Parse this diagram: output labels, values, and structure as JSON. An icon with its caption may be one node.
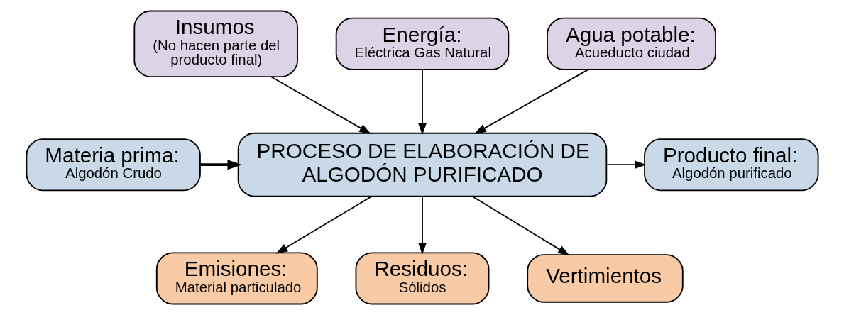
{
  "diagram": {
    "nodes": [
      {
        "text": [
          "Insumos",
          "(No hacen parte del producto final)"
        ]
      },
      {
        "text": [
          "Energía:",
          "Eléctrica Gas Natural"
        ]
      },
      {
        "text": [
          "Agua potable:",
          "Acueducto ciudad"
        ]
      },
      {
        "text": [
          "Materia prima:",
          "Algodón Crudo"
        ]
      },
      {
        "text": [
          "PROCESO DE ELABORACIÓN DE ALGODÓN PURIFICADO"
        ]
      },
      {
        "text": [
          "Producto final:",
          "Algodón purificado"
        ]
      },
      {
        "text": [
          "Emisiones:",
          "Material particulado"
        ]
      },
      {
        "text": [
          "Residuos:",
          "Sólidos"
        ]
      },
      {
        "text": [
          "Vertimientos"
        ]
      }
    ],
    "edges": [
      {
        "from": 0,
        "to": 4,
        "arrow": "to"
      },
      {
        "from": 1,
        "to": 4,
        "arrow": "to"
      },
      {
        "from": 2,
        "to": 4,
        "arrow": "to"
      },
      {
        "from": 3,
        "to": 4,
        "arrow": "to",
        "style": "thick"
      },
      {
        "from": 4,
        "to": 5,
        "arrow": "to"
      },
      {
        "from": 4,
        "to": 6,
        "arrow": "to"
      },
      {
        "from": 4,
        "to": 7,
        "arrow": "to"
      },
      {
        "from": 4,
        "to": 8,
        "arrow": "to"
      }
    ]
  }
}
